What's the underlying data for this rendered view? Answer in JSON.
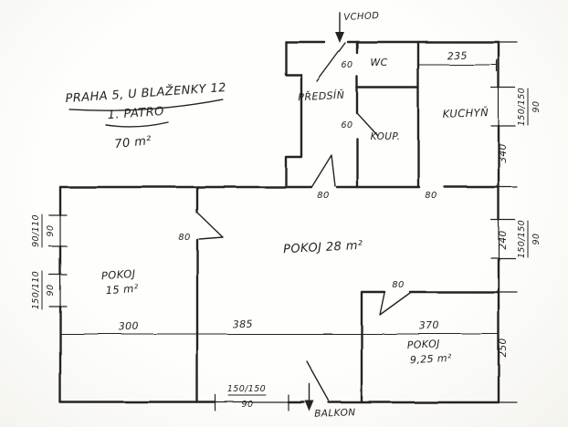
{
  "palette": {
    "paper": "#fbfaf6",
    "ink": "#262220"
  },
  "title": {
    "line1": "PRAHA 5, U BLAŽENKY 12",
    "line2": "1. PATRO",
    "area": "70 m²"
  },
  "labels": {
    "entrance": "VCHOD",
    "balcony": "BALKON",
    "wc": "WC",
    "hall": "PŘEDSÍŇ",
    "kitchen": "KUCHYŇ",
    "bathroom": "KOUP.",
    "living_room": "POKOJ 28 m²",
    "room15": {
      "line1": "POKOJ",
      "line2": "15 m²"
    },
    "room9": {
      "line1": "POKOJ",
      "line2": "9,25 m²"
    }
  },
  "dims": {
    "kitchen_width": "235",
    "door_wc": "60",
    "door_bath": "60",
    "door_hall": "80",
    "door_kitchen": "80",
    "door_room15": "80",
    "door_room9": "80",
    "right_kitchen_depth": "340",
    "right_mid_depth": "240",
    "right_room9_depth": "250",
    "width_room15": "300",
    "width_living": "385",
    "width_room9": "370"
  },
  "windows": {
    "left_upper": {
      "size": "90/110",
      "sill": "90"
    },
    "left_lower": {
      "size": "150/110",
      "sill": "90"
    },
    "right_upper": {
      "size": "150/150",
      "sill": "90"
    },
    "right_lower": {
      "size": "150/150",
      "sill": "90"
    },
    "bottom": {
      "size": "150/150",
      "sill": "90"
    }
  }
}
